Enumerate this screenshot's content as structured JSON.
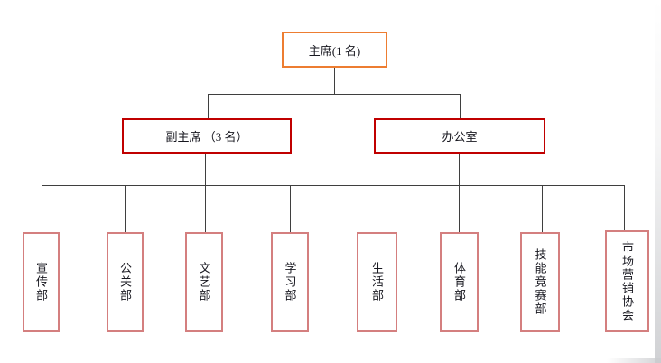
{
  "org_chart": {
    "title": "student-union-organization-chart",
    "root": {
      "label": "主席(1 名)"
    },
    "level2": [
      {
        "label": "副主席 （3 名）"
      },
      {
        "label": "办公室"
      }
    ],
    "departments": [
      {
        "label": "宣传部"
      },
      {
        "label": "公关部"
      },
      {
        "label": "文艺部"
      },
      {
        "label": "学习部"
      },
      {
        "label": "生活部"
      },
      {
        "label": "体育部"
      },
      {
        "label": "技能竞赛部"
      },
      {
        "label": "市场营销协会"
      }
    ],
    "colors": {
      "root_border": "#ED7D31",
      "level2_border": "#C00000",
      "department_border": "#D47F7F",
      "connector_line": "#3F3F3F",
      "text": "#17171F",
      "background": "#FFFFFF"
    }
  }
}
